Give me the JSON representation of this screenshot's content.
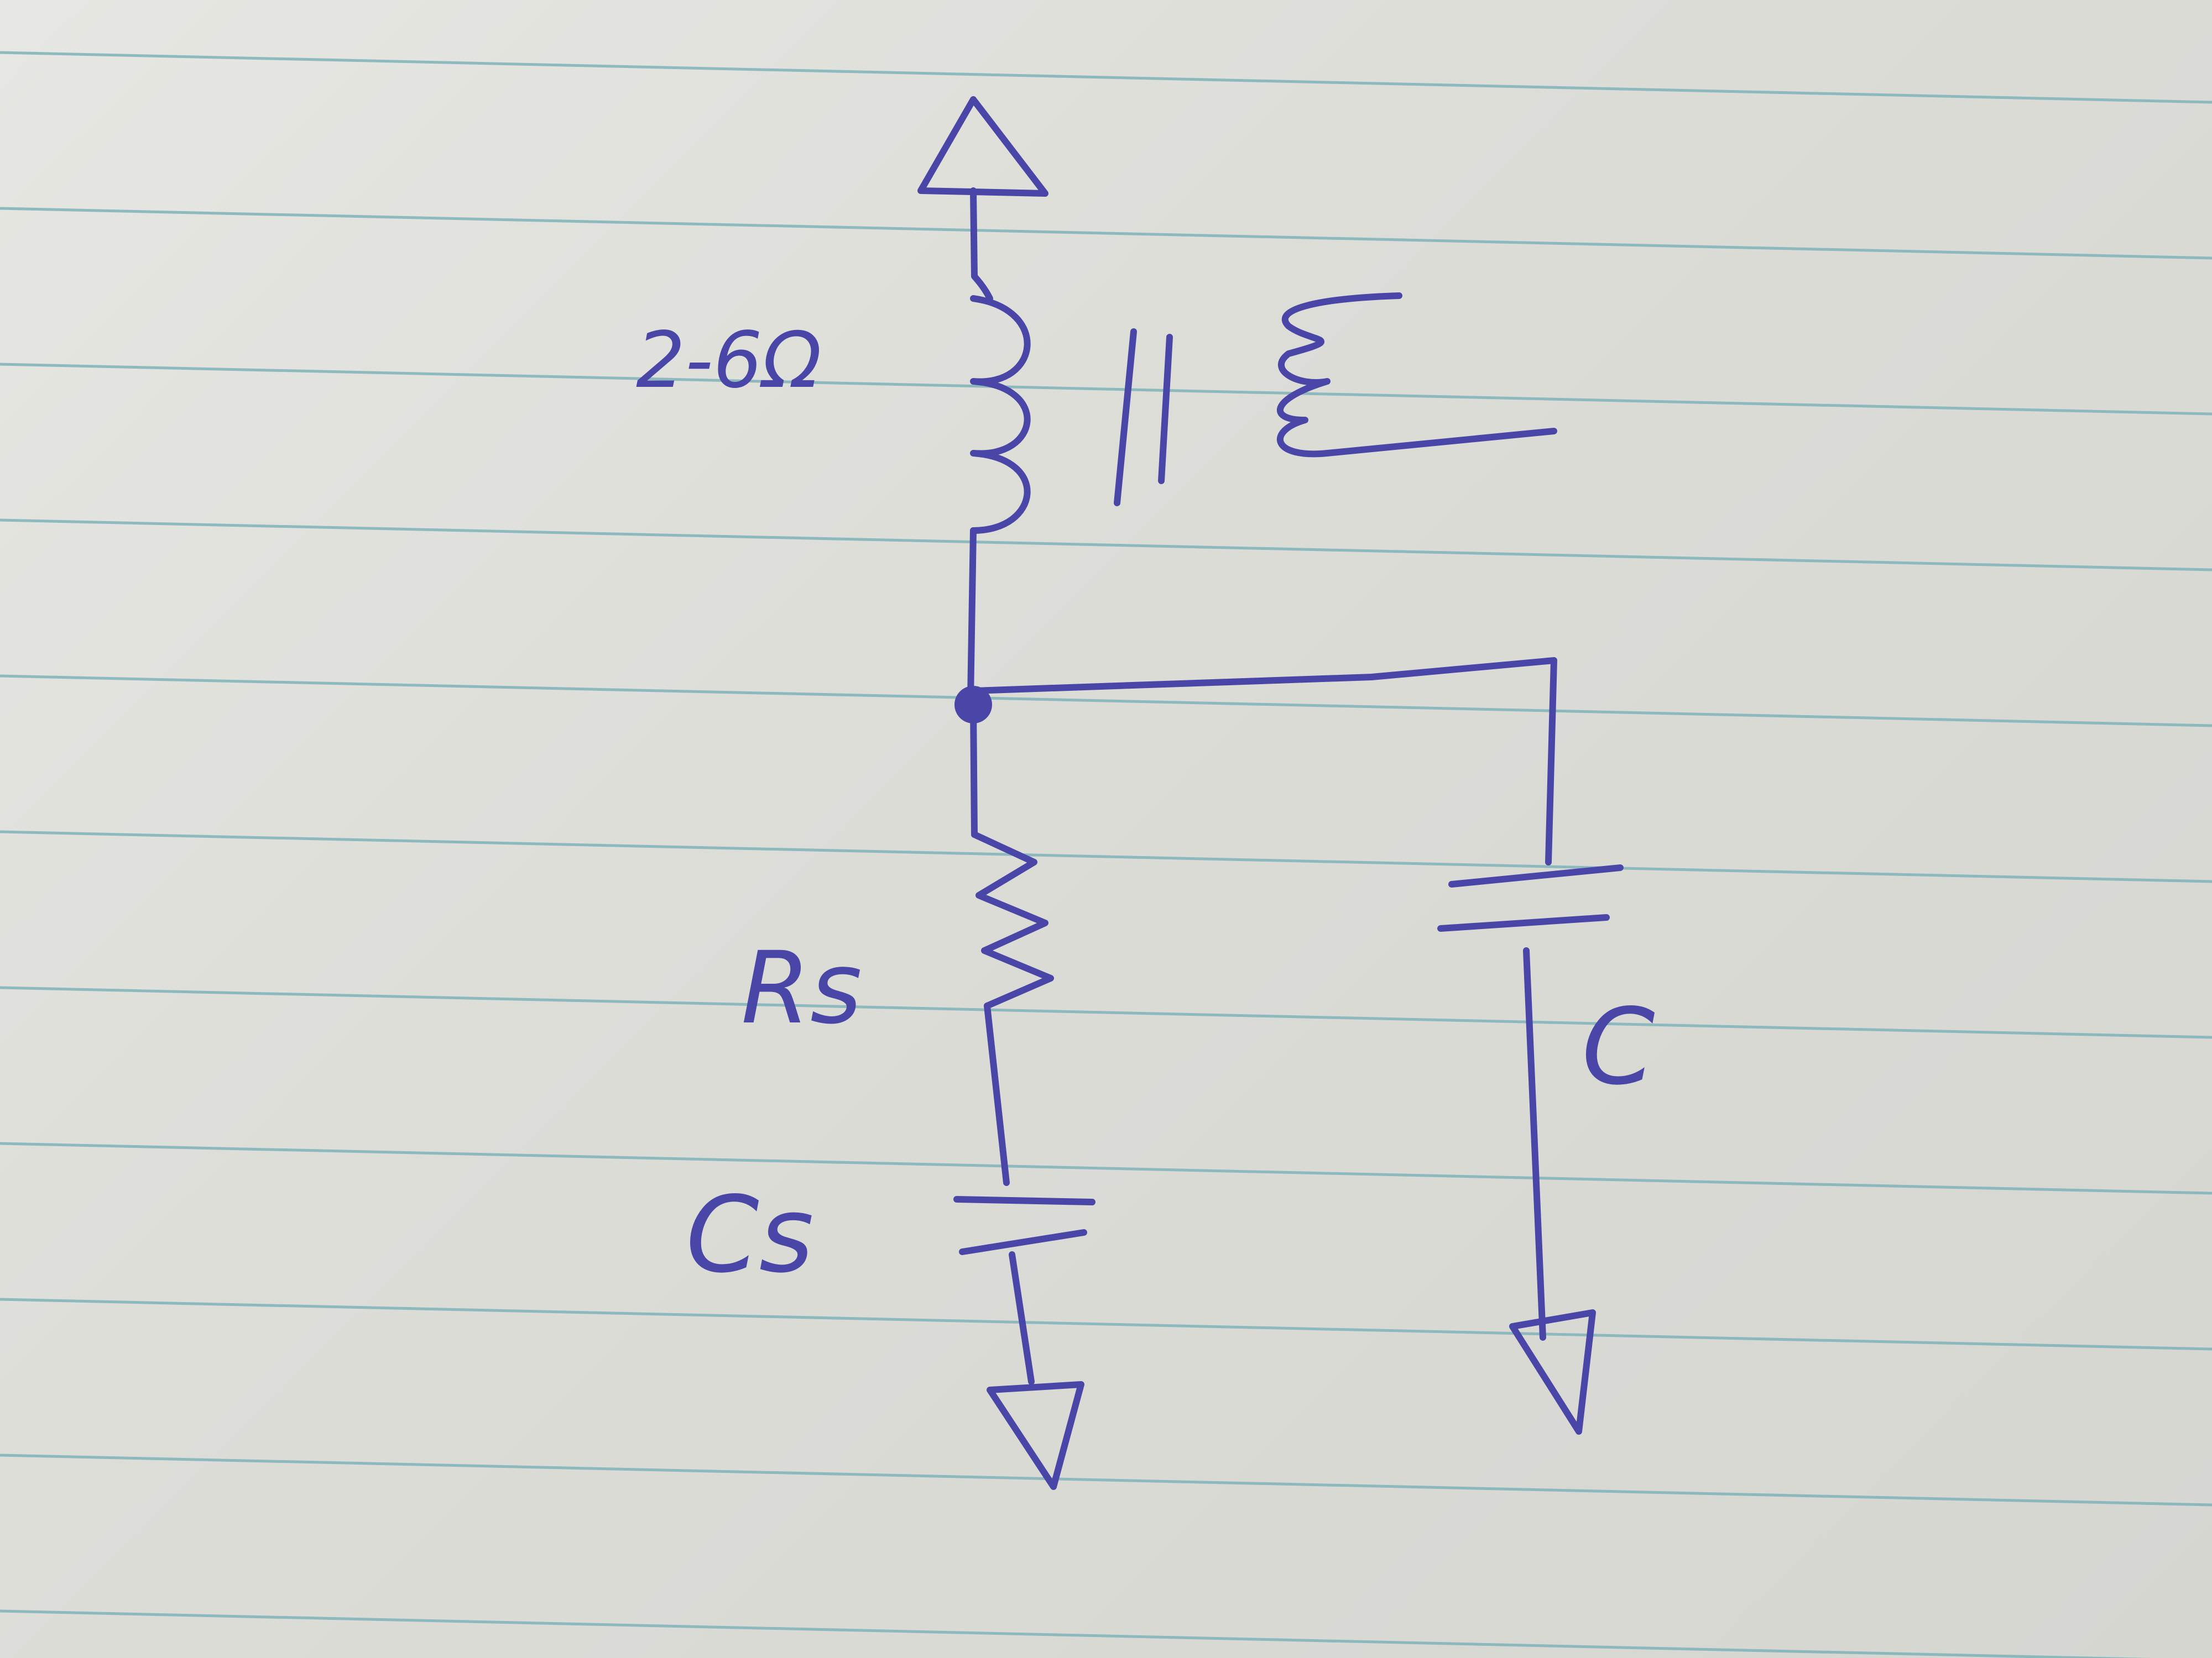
{
  "colors": {
    "ink": "#4a46a8",
    "rule_line": "#7fb2b8",
    "paper": "#dedeD9"
  },
  "labels": {
    "inductor_value": "2-6Ω",
    "series_resistor": "Rs",
    "series_capacitor": "Cs",
    "shunt_capacitor": "C"
  }
}
